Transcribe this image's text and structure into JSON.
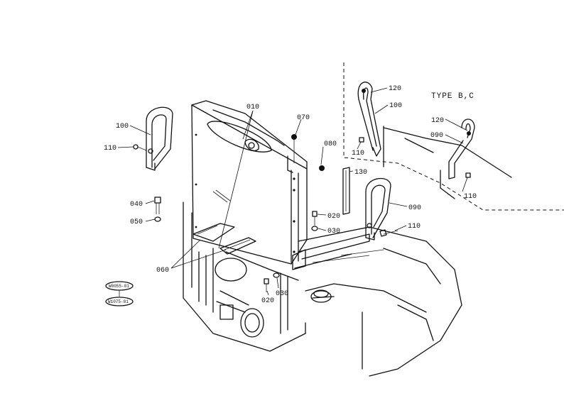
{
  "labels": {
    "p010": "010",
    "p070": "070",
    "p080": "080",
    "p100_left": "100",
    "p110_left": "110",
    "p040": "040",
    "p050": "050",
    "p060": "060",
    "p130": "130",
    "p020_a": "020",
    "p030_a": "030",
    "p090": "090",
    "p110_mid": "110",
    "p030_b": "030",
    "p020_b": "020",
    "p120_a": "120",
    "p100_right": "100",
    "p110_right_a": "110",
    "p120_b": "120",
    "p090_right": "090",
    "p110_right_b": "110"
  },
  "type_label": "TYPE B,C",
  "stamps": {
    "top": "W0055-01",
    "bottom": "W1075-01"
  }
}
